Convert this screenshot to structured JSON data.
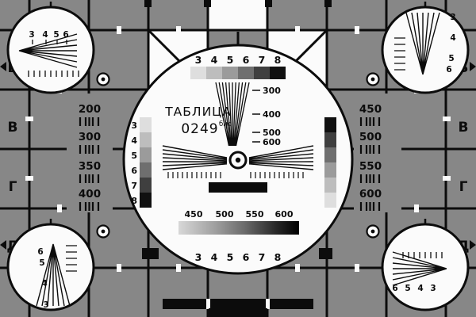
{
  "colors": {
    "background": "#878787",
    "ink": "#0c0c0c",
    "white": "#fbfbfb",
    "steps_down": [
      "#dedede",
      "#bdbdbd",
      "#9b9b9b",
      "#6f6f6f",
      "#3f3f3f",
      "#101010"
    ],
    "steps_up": [
      "#101010",
      "#3f3f3f",
      "#6f6f6f",
      "#9b9b9b",
      "#bdbdbd",
      "#dedede"
    ]
  },
  "card": {
    "title": "ТАБЛИЦА",
    "code": "0249",
    "code_sup": "бнс",
    "letters_left": [
      "Б",
      "В",
      "Г",
      "Д"
    ],
    "letters_right": [
      "Б",
      "В",
      "Г",
      "Д"
    ],
    "left_scale": [
      "200",
      "300",
      "350",
      "400"
    ],
    "right_scale": [
      "450",
      "500",
      "550",
      "600"
    ],
    "top_steps": [
      "3",
      "4",
      "5",
      "6",
      "7",
      "8"
    ],
    "bottom_steps": [
      "3",
      "4",
      "5",
      "6",
      "7",
      "8"
    ],
    "wedge_labels": [
      "300",
      "400",
      "500",
      "600"
    ],
    "burst_labels": [
      "450",
      "500",
      "550",
      "600"
    ],
    "strip_numbers": [
      "3",
      "4",
      "5",
      "6",
      "7",
      "8"
    ],
    "corner_tl": [
      "3",
      "4",
      "5",
      "6"
    ],
    "corner_tr": [
      "3",
      "4",
      "5",
      "6"
    ],
    "corner_bl": [
      "6",
      "5",
      "4",
      "3"
    ],
    "corner_br": [
      "6",
      "5",
      "4",
      "3"
    ]
  }
}
